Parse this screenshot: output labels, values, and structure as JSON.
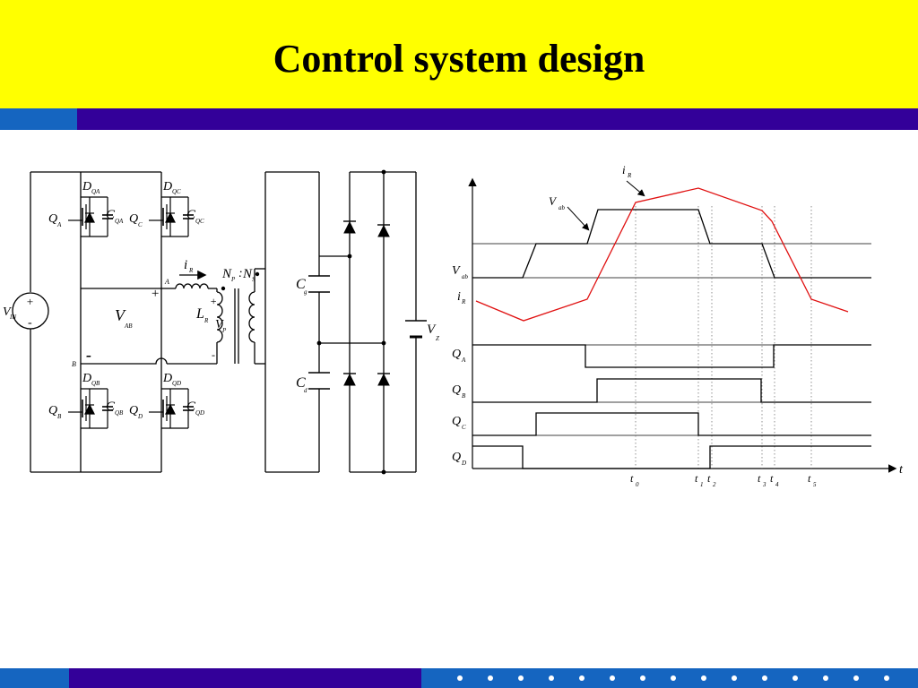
{
  "slide": {
    "title": "Control system design",
    "colors": {
      "title_bg": "#ffff00",
      "bar_light": "#1565c0",
      "bar_dark": "#330099",
      "trace_red": "#e01010"
    }
  },
  "circuit": {
    "labels": {
      "vin": "V",
      "vin_sub": "IN",
      "plus": "+",
      "minus": "-",
      "vab": "V",
      "vab_sub": "AB",
      "node_a": "A",
      "node_b": "B",
      "dqa": "D",
      "dqa_sub": "QA",
      "cqa": "C",
      "cqa_sub": "QA",
      "qa": "Q",
      "qa_sub": "A",
      "dqc": "D",
      "dqc_sub": "QC",
      "cqc": "C",
      "cqc_sub": "QC",
      "qc": "Q",
      "qc_sub": "C",
      "dqb": "D",
      "dqb_sub": "QB",
      "cqb": "C",
      "cqb_sub": "QB",
      "qb": "Q",
      "qb_sub": "B",
      "dqd": "D",
      "dqd_sub": "QD",
      "cqd": "C",
      "cqd_sub": "QD",
      "qd": "Q",
      "qd_sub": "D",
      "ir": "i",
      "ir_sub": "R",
      "lr": "L",
      "lr_sub": "R",
      "vp": "V",
      "vp_sub": "P",
      "np": "N",
      "np_sub": "P",
      "colon": ":",
      "ns": "N",
      "ns_sub": "S",
      "cg": "C",
      "cg_sub": "g",
      "cd": "C",
      "cd_sub": "d",
      "vz": "V",
      "vz_sub": "Z"
    }
  },
  "waveform": {
    "signal_labels": [
      {
        "main": "V",
        "sub": "ab"
      },
      {
        "main": "i",
        "sub": "R"
      },
      {
        "main": "Q",
        "sub": "A"
      },
      {
        "main": "Q",
        "sub": "B"
      },
      {
        "main": "Q",
        "sub": "C"
      },
      {
        "main": "Q",
        "sub": "D"
      }
    ],
    "axis_label": "t",
    "annot_ir": {
      "main": "i",
      "sub": "R"
    },
    "annot_vab": {
      "main": "V",
      "sub": "ab"
    },
    "time_marks": [
      {
        "main": "t",
        "sub": "0"
      },
      {
        "main": "t",
        "sub": "1"
      },
      {
        "main": "t",
        "sub": "2"
      },
      {
        "main": "t",
        "sub": "3"
      },
      {
        "main": "t",
        "sub": "4"
      },
      {
        "main": "t",
        "sub": "5"
      }
    ]
  },
  "icons": [
    "voltage-source-icon",
    "mosfet-icon",
    "diode-icon",
    "capacitor-icon",
    "inductor-icon",
    "transformer-icon",
    "dot-icon"
  ]
}
